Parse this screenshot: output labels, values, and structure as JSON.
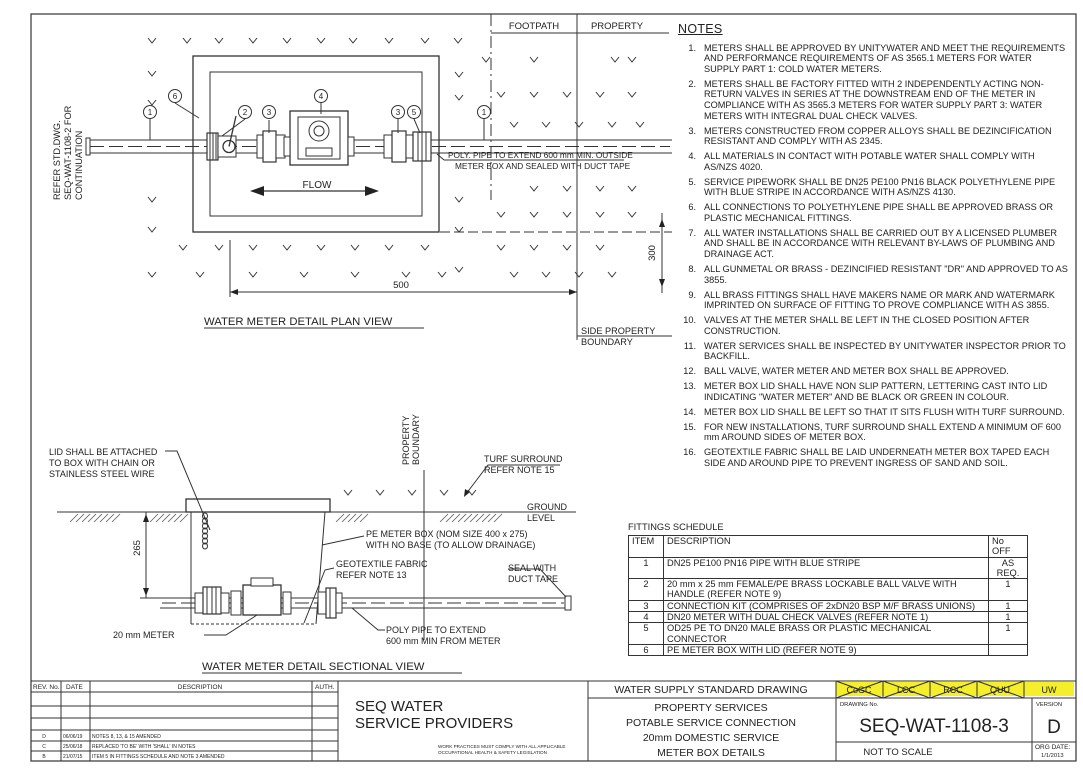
{
  "plan": {
    "title": "WATER METER DETAIL PLAN VIEW",
    "footpath": "FOOTPATH",
    "property": "PROPERTY",
    "refer_lines": [
      "REFER STD.DWG.",
      "SEQ-WAT-1108-2  FOR",
      "CONTINUATION"
    ],
    "flow": "FLOW",
    "poly_note": [
      "POLY. PIPE TO EXTEND 600 mm MIN. OUTSIDE",
      "METER BOX AND SEALED WITH DUCT TAPE"
    ],
    "dim_300": "300",
    "dim_500": "500",
    "side_boundary": [
      "SIDE PROPERTY",
      "BOUNDARY"
    ],
    "balloons": [
      "1",
      "6",
      "2",
      "3",
      "4",
      "3",
      "5",
      "1"
    ]
  },
  "section": {
    "title": "WATER METER DETAIL SECTIONAL VIEW",
    "lid_note": [
      "LID SHALL BE ATTACHED",
      "TO BOX WITH CHAIN OR",
      "STAINLESS STEEL WIRE"
    ],
    "property_boundary": [
      "PROPERTY",
      "BOUNDARY"
    ],
    "turf_note": [
      "TURF SURROUND",
      "REFER NOTE 15"
    ],
    "ground_level": [
      "GROUND",
      "LEVEL"
    ],
    "dim_265": "265",
    "pe_box_note": [
      "PE METER BOX (NOM SIZE 400 x 275)",
      "WITH NO BASE (TO ALLOW DRAINAGE)"
    ],
    "geo_note": [
      "GEOTEXTILE FABRIC",
      "REFER NOTE 13"
    ],
    "seal_note": [
      "SEAL WITH",
      "DUCT TAPE"
    ],
    "meter_label": "20 mm METER",
    "poly_note": [
      "POLY PIPE TO EXTEND",
      "600 mm MIN FROM METER"
    ]
  },
  "notes": {
    "title": "NOTES",
    "items": [
      {
        "n": "1.",
        "text": "METERS SHALL BE APPROVED BY UNITYWATER AND MEET THE REQUIREMENTS AND PERFORMANCE REQUIREMENTS OF AS 3565.1 METERS FOR WATER SUPPLY PART 1: COLD WATER METERS."
      },
      {
        "n": "2.",
        "text": "METERS SHALL BE FACTORY FITTED WITH 2 INDEPENDENTLY ACTING NON-RETURN VALVES IN SERIES AT THE DOWNSTREAM END OF THE METER IN COMPLIANCE WITH AS 3565.3 METERS FOR WATER SUPPLY PART 3: WATER METERS WITH INTEGRAL DUAL CHECK VALVES."
      },
      {
        "n": "3.",
        "text": "METERS CONSTRUCTED FROM COPPER ALLOYS SHALL BE DEZINCIFICATION RESISTANT AND COMPLY WITH AS 2345."
      },
      {
        "n": "4.",
        "text": "ALL MATERIALS IN CONTACT WITH POTABLE WATER SHALL COMPLY WITH AS/NZS 4020."
      },
      {
        "n": "5.",
        "text": "SERVICE PIPEWORK SHALL BE DN25 PE100 PN16 BLACK POLYETHYLENE PIPE WITH BLUE STRIPE IN  ACCORDANCE WITH AS/NZS 4130."
      },
      {
        "n": "6.",
        "text": "ALL CONNECTIONS TO POLYETHYLENE PIPE SHALL BE APPROVED BRASS OR PLASTIC MECHANICAL FITTINGS."
      },
      {
        "n": "7.",
        "text": "ALL WATER INSTALLATIONS SHALL BE CARRIED OUT BY A LICENSED PLUMBER AND SHALL BE IN ACCORDANCE WITH RELEVANT BY-LAWS OF PLUMBING AND DRAINAGE  ACT."
      },
      {
        "n": "8.",
        "text": "ALL GUNMETAL OR BRASS - DEZINCIFIED RESISTANT \"DR\" AND APPROVED TO AS 3855."
      },
      {
        "n": "9.",
        "text": "ALL BRASS FITTINGS SHALL HAVE MAKERS NAME OR MARK AND WATERMARK IMPRINTED ON SURFACE OF FITTING TO PROVE COMPLIANCE WITH AS 3855."
      },
      {
        "n": "10.",
        "text": "VALVES AT THE METER SHALL BE LEFT IN THE CLOSED POSITION AFTER CONSTRUCTION."
      },
      {
        "n": "11.",
        "text": "WATER SERVICES SHALL BE INSPECTED BY UNITYWATER INSPECTOR PRIOR TO BACKFILL."
      },
      {
        "n": "12.",
        "text": "BALL VALVE, WATER METER AND METER BOX SHALL BE APPROVED."
      },
      {
        "n": "13.",
        "text": "METER BOX LID SHALL HAVE NON SLIP PATTERN, LETTERING CAST INTO LID INDICATING  \"WATER METER\" AND BE BLACK OR GREEN IN COLOUR."
      },
      {
        "n": "14.",
        "text": "METER BOX LID SHALL BE LEFT SO THAT IT SITS FLUSH WITH TURF SURROUND."
      },
      {
        "n": "15.",
        "text": "FOR NEW INSTALLATIONS, TURF SURROUND SHALL EXTEND A MINIMUM OF 600 mm AROUND SIDES OF METER  BOX."
      },
      {
        "n": "16.",
        "text": "GEOTEXTILE FABRIC SHALL BE LAID UNDERNEATH METER BOX TAPED EACH SIDE AND AROUND PIPE TO PREVENT INGRESS OF SAND AND SOIL."
      }
    ]
  },
  "fittings": {
    "title": "FITTINGS SCHEDULE",
    "headers": [
      "ITEM",
      "DESCRIPTION",
      "No OFF"
    ],
    "rows": [
      {
        "item": "1",
        "desc": "DN25 PE100 PN16 PIPE WITH BLUE STRIPE",
        "qty": "AS REQ."
      },
      {
        "item": "2",
        "desc": "20 mm x 25 mm FEMALE/PE BRASS LOCKABLE BALL VALVE WITH HANDLE (REFER NOTE 9)",
        "qty": "1"
      },
      {
        "item": "3",
        "desc": "CONNECTION KIT (COMPRISES OF 2xDN20 BSP M/F BRASS UNIONS)",
        "qty": "1"
      },
      {
        "item": "4",
        "desc": "DN20 METER WITH DUAL CHECK VALVES (REFER NOTE 1)",
        "qty": "1"
      },
      {
        "item": "5",
        "desc": "OD25 PE TO DN20 MALE BRASS OR PLASTIC MECHANICAL CONNECTOR",
        "qty": "1"
      },
      {
        "item": "6",
        "desc": "PE METER BOX WITH LID (REFER NOTE 9)",
        "qty": ""
      }
    ]
  },
  "title_block": {
    "rev_headers": [
      "REV. No.",
      "DATE",
      "DESCRIPTION",
      "AUTH."
    ],
    "revisions": [
      {
        "rev": "D",
        "date": "06/06/19",
        "desc": "NOTES 8, 13, & 15 AMENDED",
        "auth": ""
      },
      {
        "rev": "C",
        "date": "25/06/18",
        "desc": "REPLACED 'TO BE' WITH 'SHALL' IN NOTES",
        "auth": ""
      },
      {
        "rev": "B",
        "date": "21/07/15",
        "desc": "ITEM 5 IN FITTINGS SCHEDULE AND NOTE 3 AMENDED",
        "auth": ""
      }
    ],
    "org_lines": [
      "SEQ WATER",
      "SERVICE PROVIDERS"
    ],
    "legislation": [
      "WORK PRACTICES MUST COMPLY WITH ALL APPLICABLE",
      "OCCUPATIONAL HEALTH & SAFETY LEGISLATION"
    ],
    "standard": "WATER SUPPLY STANDARD DRAWING",
    "title_lines": [
      "PROPERTY SERVICES",
      "POTABLE SERVICE CONNECTION",
      "20mm DOMESTIC SERVICE",
      "METER BOX DETAILS"
    ],
    "codes": [
      "CoGC",
      "LCC",
      "RCC",
      "QUU",
      "UW"
    ],
    "code_highlight": "#f5ee2a",
    "drawing_no_label": "DRAWING No.",
    "drawing_no": "SEQ-WAT-1108-3",
    "version_label": "VERSION",
    "version": "D",
    "scale": "NOT TO SCALE",
    "org_date_label": "ORG DATE:",
    "org_date": "1/1/2013"
  }
}
